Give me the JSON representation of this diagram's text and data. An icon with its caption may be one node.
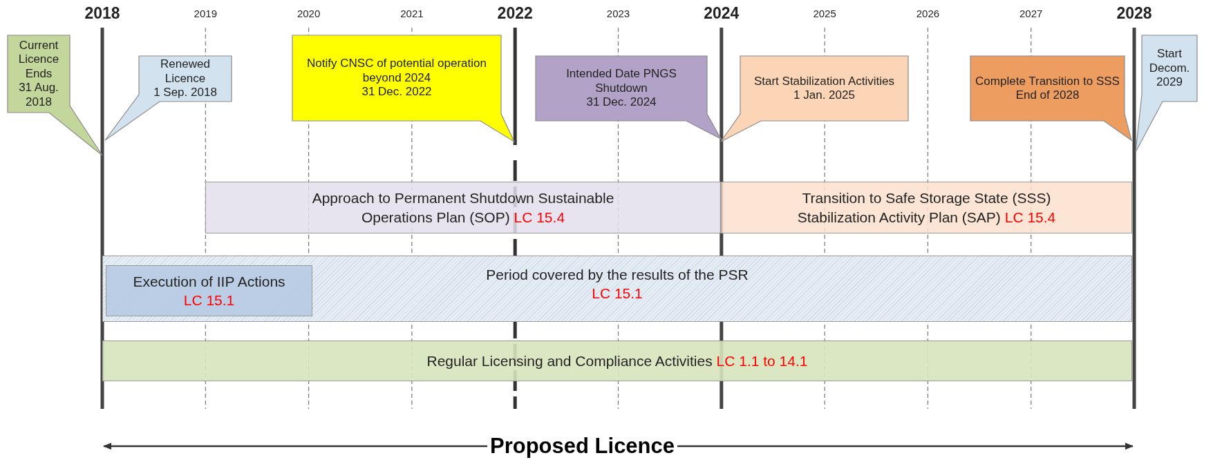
{
  "diagram": {
    "nodes": [
      {
        "text": [
          "Current Licence Ends",
          "31 Aug. 2018"
        ]
      },
      {
        "text": [
          "Renewed Licence",
          "1 Sep. 2018"
        ]
      },
      {
        "text": [
          "Notify CNSC of potential operation beyond 2024",
          "31 Dec. 2022"
        ]
      },
      {
        "text": [
          "Intended Date PNGS Shutdown",
          "31 Dec. 2024"
        ]
      },
      {
        "text": [
          "Start Stabilization Activities",
          "1 Jan. 2025"
        ]
      },
      {
        "text": [
          "Complete Transition to SSS",
          "End of 2028"
        ]
      },
      {
        "text": [
          "Start Decom.",
          "2029"
        ]
      },
      {
        "text": [
          "Approach to Permanent Shutdown Sustainable Operations Plan (SOP)",
          "LC 15.4"
        ]
      },
      {
        "text": [
          "Transition to Safe Storage State (SSS) Stabilization Activity Plan (SAP)",
          "LC 15.4"
        ]
      },
      {
        "text": [
          "Period covered by the results of the PSR",
          "LC 15.1"
        ]
      },
      {
        "text": [
          "Execution of IIP Actions",
          "LC 15.1"
        ],
        "in": 9
      },
      {
        "text": [
          "Regular Licensing and Compliance Activities",
          "LC 1.1 to 14.1"
        ]
      }
    ],
    "edges": [],
    "labels": [
      "2018",
      "2019",
      "2020",
      "2021",
      "2022",
      "2023",
      "2024",
      "2025",
      "2026",
      "2027",
      "2028",
      "Proposed Licence"
    ]
  }
}
